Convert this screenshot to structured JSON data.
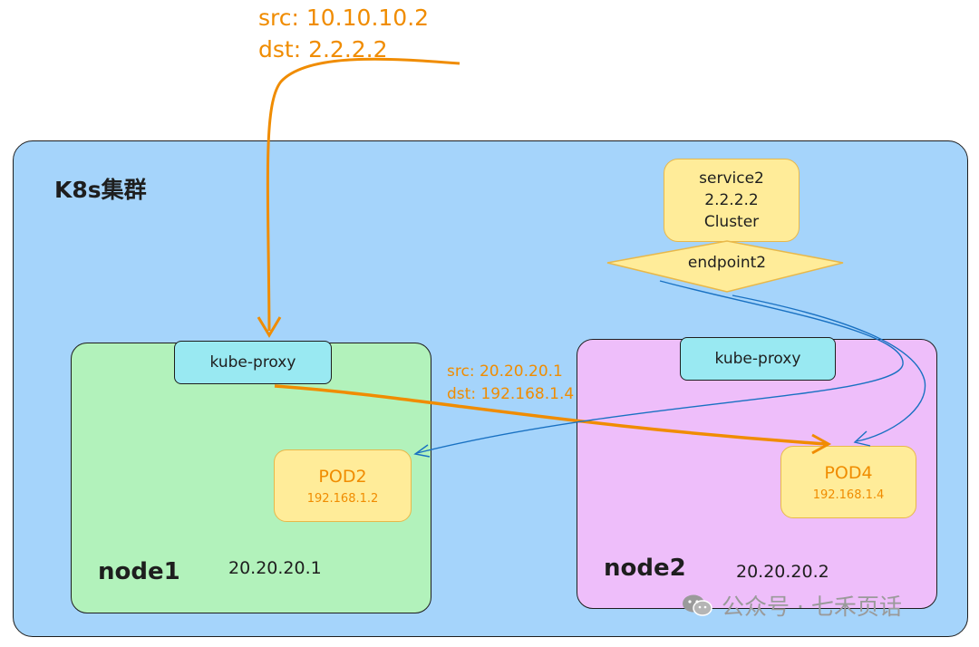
{
  "cluster": {
    "title": "K8s集群"
  },
  "top_packet": {
    "src": "src: 10.10.10.2",
    "dst": "dst: 2.2.2.2"
  },
  "mid_packet": {
    "src": "src: 20.20.20.1",
    "dst": "dst: 192.168.1.4"
  },
  "service": {
    "name": "service2",
    "ip": "2.2.2.2",
    "type": "Cluster",
    "endpoint": "endpoint2"
  },
  "node1": {
    "name": "node1",
    "ip": "20.20.20.1",
    "proxy": "kube-proxy",
    "pod_name": "POD2",
    "pod_ip": "192.168.1.2"
  },
  "node2": {
    "name": "node2",
    "ip": "20.20.20.2",
    "proxy": "kube-proxy",
    "pod_name": "POD4",
    "pod_ip": "192.168.1.4"
  },
  "watermark": {
    "text": "公众号 · 七禾页话",
    "icon": "wechat-icon"
  },
  "colors": {
    "cluster": "#a5d4fb",
    "node1": "#b2f2bb",
    "node2": "#eebefa",
    "proxy": "#99e9f2",
    "pod": "#ffec99",
    "orange_arrow": "#f08c00",
    "blue_arrow": "#1971c2"
  }
}
